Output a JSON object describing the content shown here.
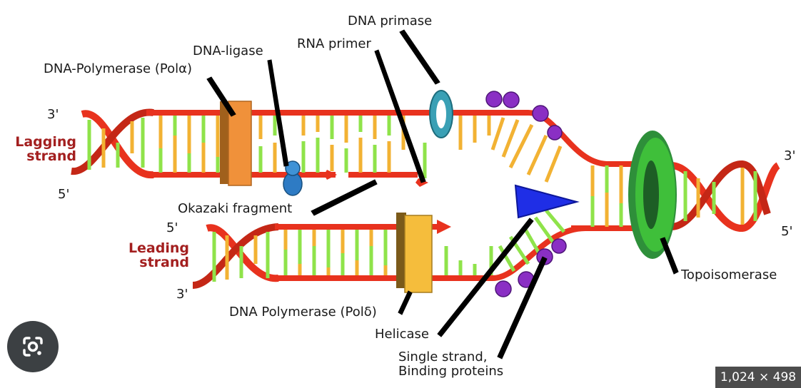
{
  "labels": {
    "dna_primase": "DNA primase",
    "rna_primer": "RNA primer",
    "dna_ligase": "DNA-ligase",
    "dna_polymerase_alpha": "DNA-Polymerase (Polα)",
    "okazaki_fragment": "Okazaki fragment",
    "dna_polymerase_delta": "DNA Polymerase (Polδ)",
    "helicase": "Helicase",
    "ssb_line1": "Single strand,",
    "ssb_line2": "Binding proteins",
    "topoisomerase": "Topoisomerase"
  },
  "ends": {
    "lagging_3": "3'",
    "lagging_5": "5'",
    "right_3": "3'",
    "right_5": "5'",
    "leading_5": "5'",
    "leading_3": "3'"
  },
  "strands": {
    "lagging_line1": "Lagging",
    "lagging_line2": "strand",
    "leading_line1": "Leading",
    "leading_line2": "strand"
  },
  "image_size": "1,024 × 498",
  "colors": {
    "backbone": "#e8321e",
    "backbone_dark": "#9e1b10",
    "base_orange": "#f2b233",
    "base_green": "#8fe34a",
    "polymerase_alpha": "#f0913a",
    "polymerase_delta": "#f5bd3c",
    "ligase": "#2e7bc4",
    "primase": "#3aa0b5",
    "helicase": "#1f2ee6",
    "ssb": "#8a2fc4",
    "topoisomerase": "#3fbf3a"
  },
  "icons": {
    "lens": "google-lens-icon"
  }
}
